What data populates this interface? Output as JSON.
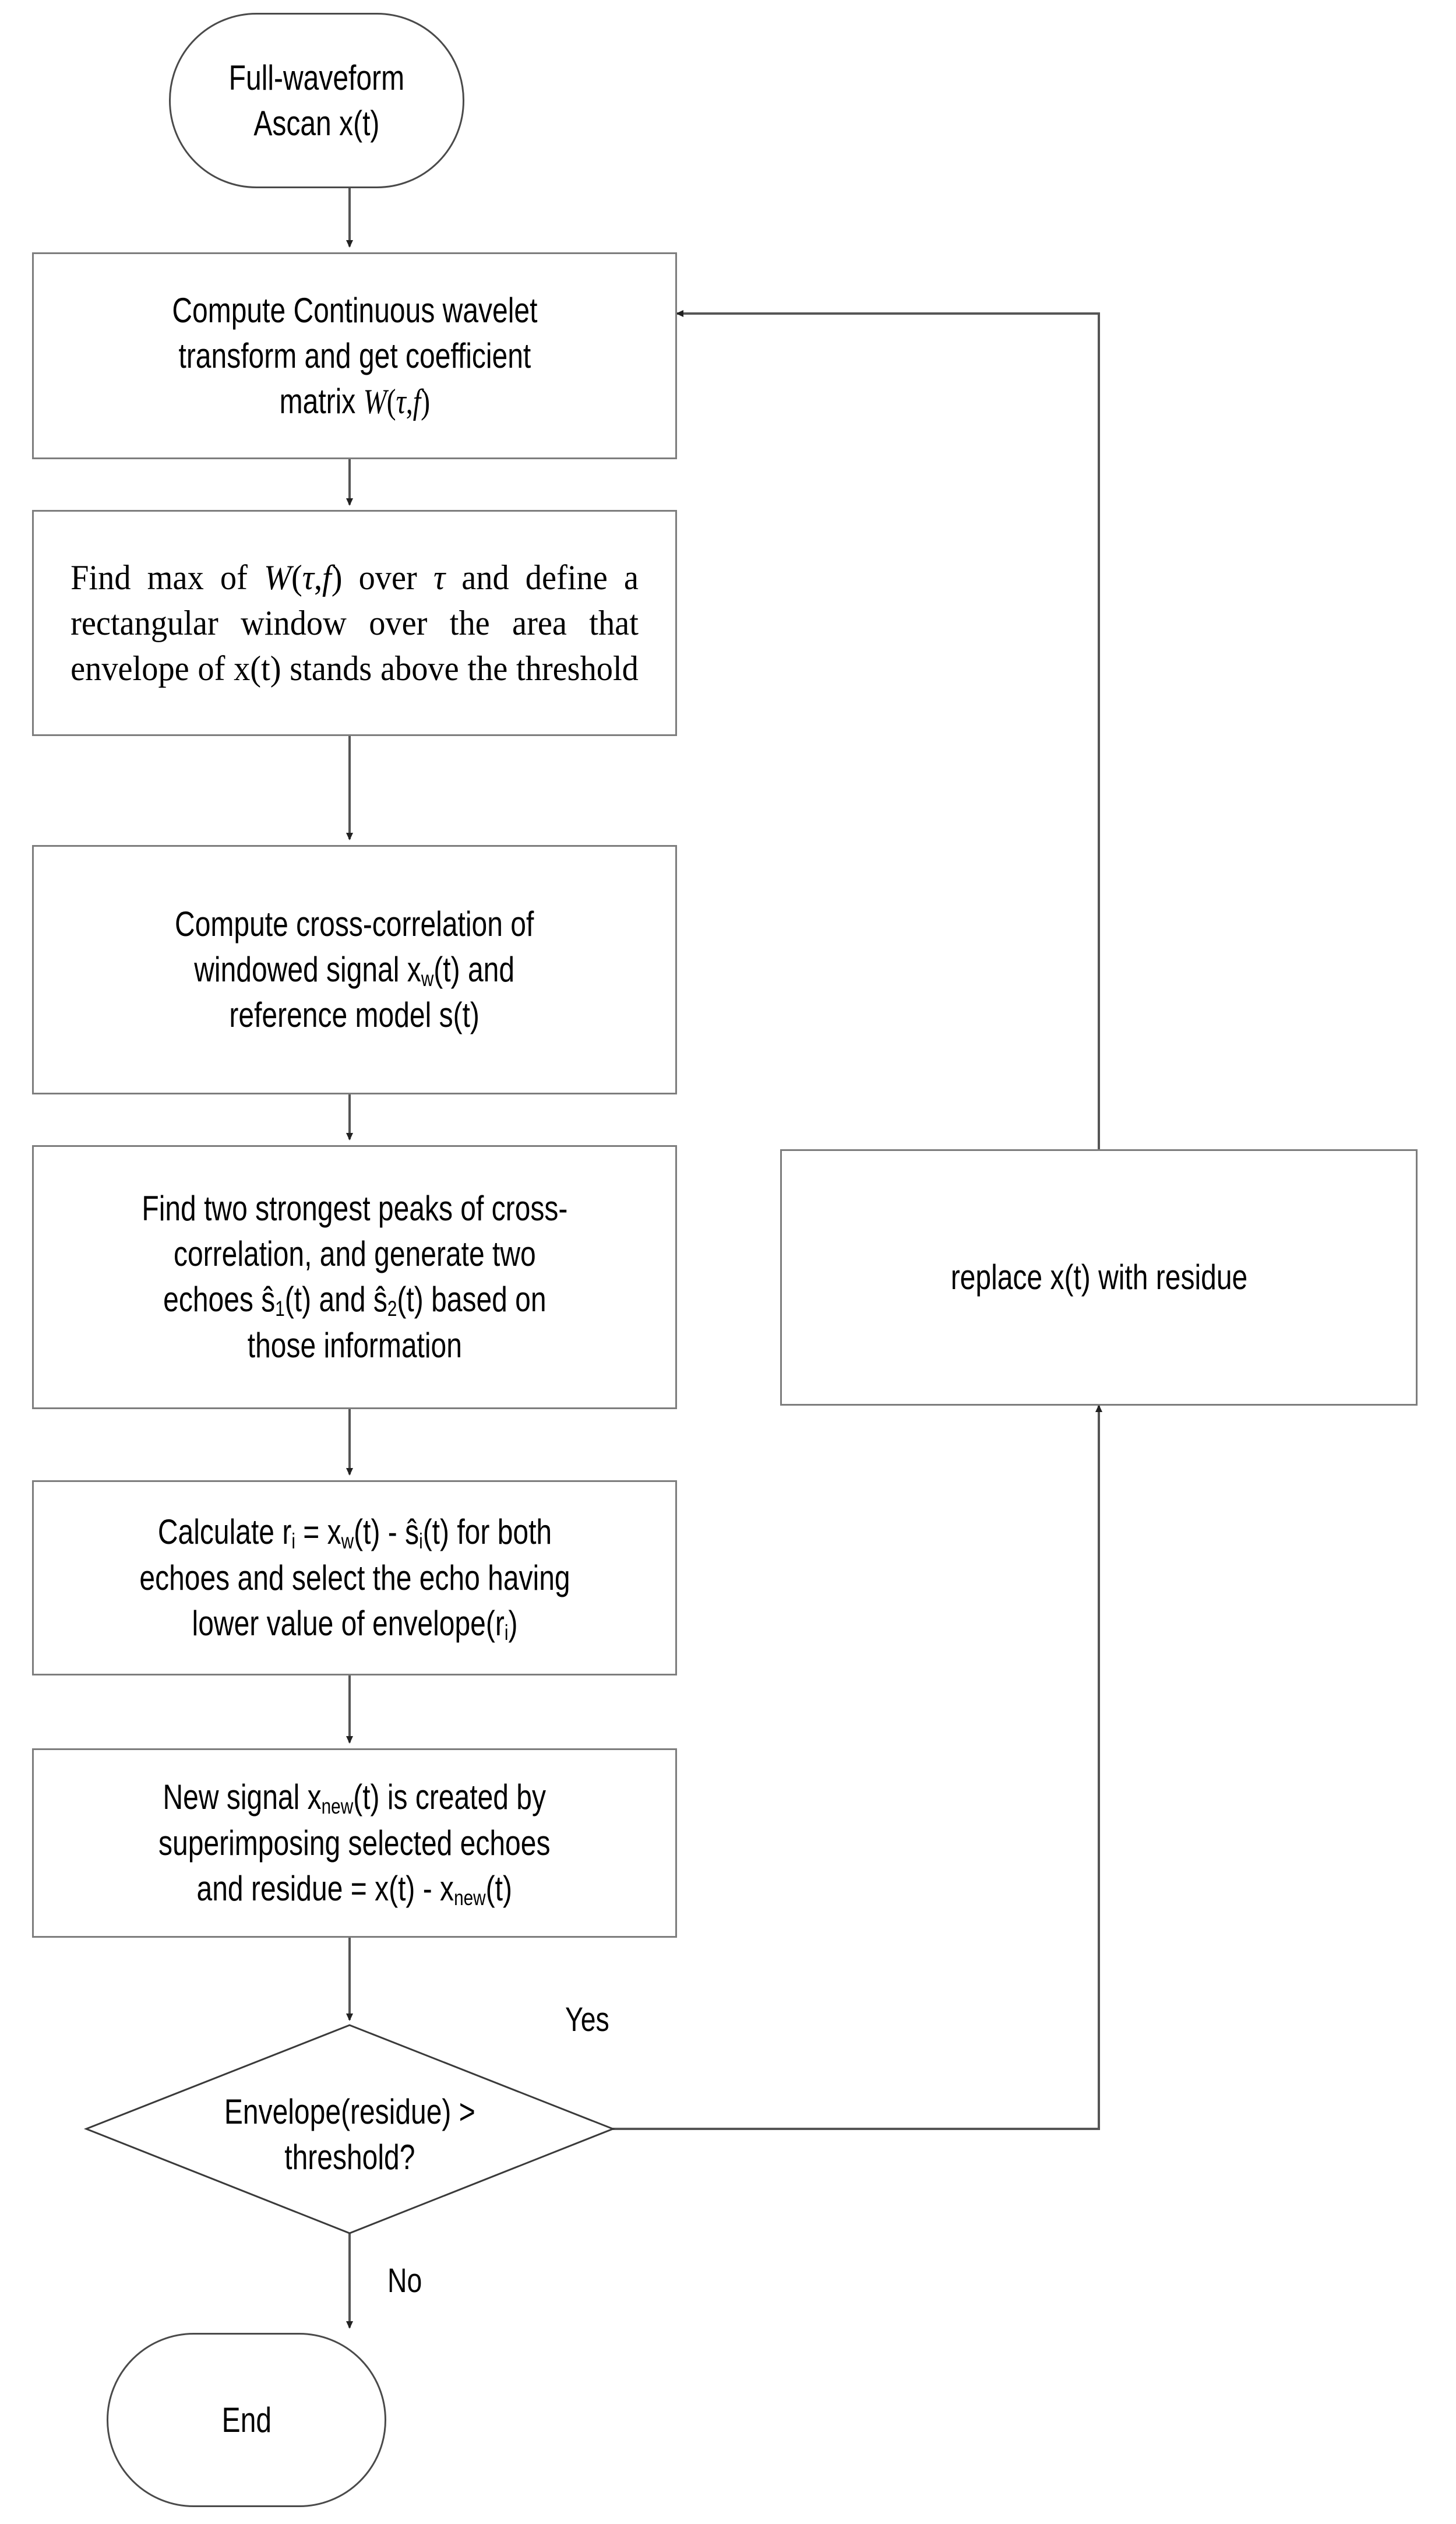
{
  "diagram": {
    "title": "Iterative echo estimation flowchart",
    "stroke_process": "#7d7d7d",
    "stroke_terminator": "#4a4a4a",
    "stroke_edge": "#555555",
    "background": "#ffffff",
    "text_color": "#000000"
  },
  "nodes": {
    "start": {
      "shape": "terminator",
      "line1": "Full-waveform",
      "line2": "Ascan x(t)"
    },
    "cwt": {
      "shape": "process",
      "line1": "Compute Continuous wavelet",
      "line2": "transform and get coefficient",
      "line3_prefix": "matrix ",
      "line3_math_W": "W",
      "line3_math_open": "(",
      "line3_math_tau": "τ",
      "line3_math_comma": ",",
      "line3_math_f": "f",
      "line3_math_close": ")"
    },
    "findmax": {
      "shape": "process",
      "seg1": "Find max of ",
      "math_W": "W",
      "math_open": "(",
      "math_tau": "τ",
      "math_comma": ",",
      "math_f": "f",
      "math_close": ")",
      "seg2": " over ",
      "math_tau2": "τ",
      "seg3": " and define a rectangular window over the area that envelope of x(t) stands above the threshold"
    },
    "crosscorr": {
      "shape": "process",
      "line1": "Compute cross-correlation of",
      "line2_a": "windowed signal x",
      "line2_sub": "w",
      "line2_b": "(t) and",
      "line3": "reference model s(t)"
    },
    "twopeaks": {
      "shape": "process",
      "line1": "Find two strongest peaks of cross-",
      "line2": "correlation, and generate two",
      "line3_a": "echoes ŝ",
      "line3_sub1": "1",
      "line3_b": "(t) and ŝ",
      "line3_sub2": "2",
      "line3_c": "(t) based on",
      "line4": "those information"
    },
    "residual": {
      "shape": "process",
      "line1_a": "Calculate r",
      "line1_sub_i": "i",
      "line1_b": " = x",
      "line1_sub_w": "w",
      "line1_c": "(t) - ŝ",
      "line1_sub_i2": "i",
      "line1_d": "(t) for both",
      "line2": "echoes and select the echo having",
      "line3_a": "lower value of envelope(r",
      "line3_sub_i": "i",
      "line3_b": ")"
    },
    "newsignal": {
      "shape": "process",
      "line1_a": "New signal x",
      "line1_sub": "new",
      "line1_b": "(t) is created by",
      "line2": "superimposing selected echoes",
      "line3_a": "and residue = x(t) - x",
      "line3_sub": "new",
      "line3_b": "(t)"
    },
    "decision": {
      "shape": "diamond",
      "line1": "Envelope(residue) >",
      "line2": "threshold?"
    },
    "replace": {
      "shape": "process",
      "label": "replace x(t) with residue"
    },
    "end": {
      "shape": "terminator",
      "label": "End"
    }
  },
  "edge_labels": {
    "yes": "Yes",
    "no": "No"
  },
  "flow": {
    "sequence": [
      "start",
      "cwt",
      "findmax",
      "crosscorr",
      "twopeaks",
      "residual",
      "newsignal",
      "decision"
    ],
    "branches": [
      {
        "from": "decision",
        "label": "Yes",
        "to": "replace"
      },
      {
        "from": "replace",
        "label": "",
        "to": "cwt"
      },
      {
        "from": "decision",
        "label": "No",
        "to": "end"
      }
    ]
  }
}
